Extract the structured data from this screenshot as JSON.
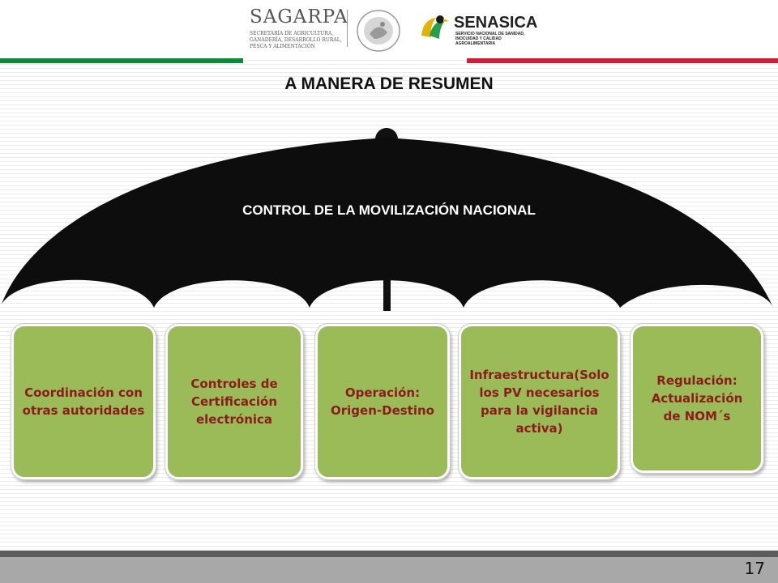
{
  "header": {
    "sagarpa": {
      "title": "SAGARPA",
      "subtitle": "SECRETARÍA DE AGRICULTURA, GANADERÍA, DESARROLLO RURAL, PESCA Y ALIMENTACIÓN"
    },
    "senasica": {
      "title": "SENASICA",
      "subtitle": "SERVICIO NACIONAL DE SANIDAD, INOCUIDAD Y CALIDAD AGROALIMENTARIA"
    },
    "stripe_colors": {
      "green": "#0b8a3c",
      "red": "#d11f3a"
    }
  },
  "slide": {
    "title": "A MANERA DE RESUMEN",
    "umbrella_label": "CONTROL DE LA MOVILIZACIÓN NACIONAL",
    "boxes": [
      {
        "label": "Coordinación con otras autoridades"
      },
      {
        "label": "Controles de Certificación electrónica"
      },
      {
        "label": "Operación: Origen-Destino"
      },
      {
        "label": "Infraestructura(Solo los PV necesarios para la vigilancia activa)"
      },
      {
        "label": "Regulación: Actualización de NOM´s"
      }
    ],
    "box_color": "#9bbb59",
    "box_text_color": "#8b1c1c"
  },
  "footer": {
    "page_number": "17"
  }
}
